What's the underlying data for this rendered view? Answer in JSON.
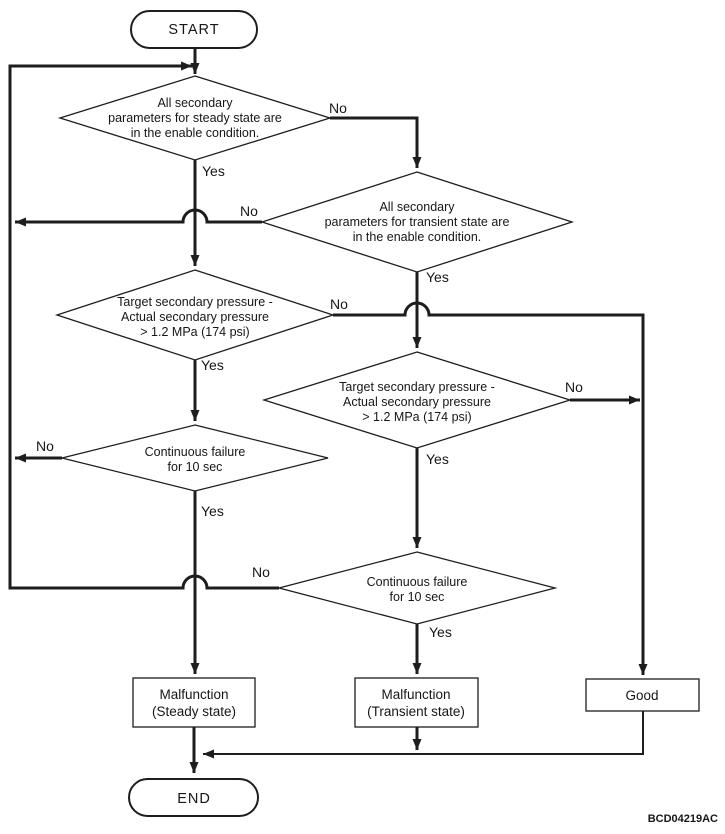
{
  "diagram": {
    "code": "BCD04219AC",
    "labels": {
      "yes": "Yes",
      "no": "No"
    },
    "colors": {
      "ink": "#1d1d1d",
      "background": "#ffffff"
    },
    "nodes": {
      "start": {
        "label": "START"
      },
      "steady_enable": {
        "lines": [
          "All secondary",
          "parameters for steady state are",
          "in the enable condition."
        ]
      },
      "transient_enable": {
        "lines": [
          "All secondary",
          "parameters for transient state are",
          "in the enable condition."
        ]
      },
      "steady_pressure": {
        "lines": [
          "Target secondary pressure -",
          "Actual secondary pressure",
          "> 1.2 MPa (174 psi)"
        ]
      },
      "transient_pressure": {
        "lines": [
          "Target secondary pressure -",
          "Actual secondary pressure",
          "> 1.2 MPa (174 psi)"
        ]
      },
      "steady_failure": {
        "lines": [
          "Continuous failure",
          "for 10 sec"
        ]
      },
      "transient_failure": {
        "lines": [
          "Continuous failure",
          "for 10 sec"
        ]
      },
      "malfunction_steady": {
        "lines": [
          "Malfunction",
          "(Steady state)"
        ]
      },
      "malfunction_transient": {
        "lines": [
          "Malfunction",
          "(Transient state)"
        ]
      },
      "good": {
        "label": "Good"
      },
      "end": {
        "label": "END"
      }
    }
  }
}
